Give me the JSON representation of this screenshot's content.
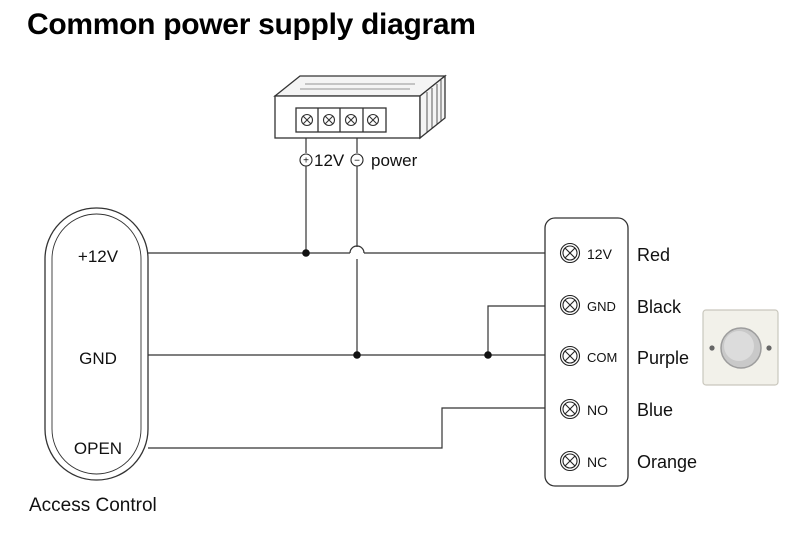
{
  "title": "Common power supply diagram",
  "power_supply": {
    "plus_symbol": "+",
    "voltage": "12V",
    "minus_symbol": "−",
    "label": "power"
  },
  "access_control": {
    "label": "Access Control",
    "terminals": [
      "+12V",
      "GND",
      "OPEN"
    ]
  },
  "button": {
    "terminals": [
      "12V",
      "GND",
      "COM",
      "NO",
      "NC"
    ],
    "wire_colors": [
      "Red",
      "Black",
      "Purple",
      "Blue",
      "Orange"
    ]
  }
}
